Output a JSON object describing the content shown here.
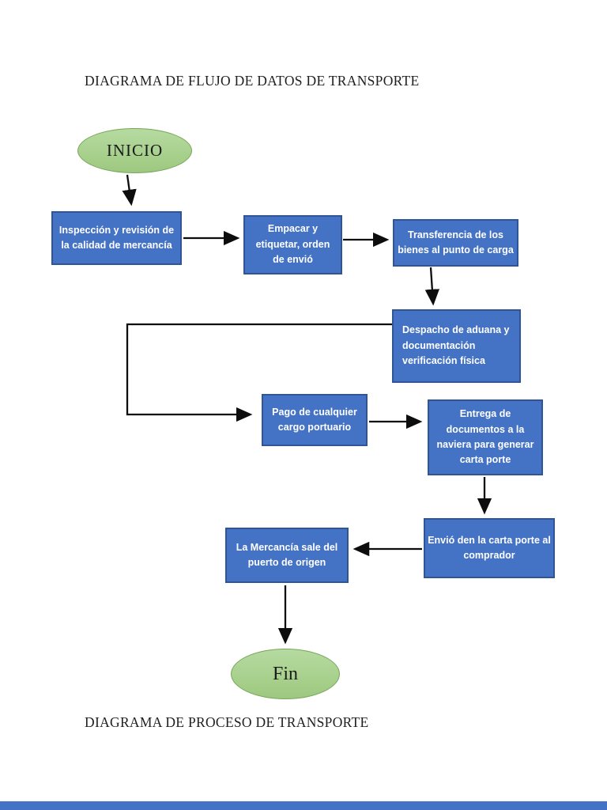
{
  "titles": {
    "flow_title": "DIAGRAMA DE FLUJO DE DATOS DE TRANSPORTE",
    "process_title": "DIAGRAMA DE PROCESO DE TRANSPORTE"
  },
  "flowchart": {
    "start_label": "INICIO",
    "end_label": "Fin",
    "steps": [
      {
        "id": "inspeccion",
        "text": "Inspección y revisión de\nla calidad de mercancía"
      },
      {
        "id": "empacar",
        "text": "Empacar y\netiquetar, orden\nde envió"
      },
      {
        "id": "transferencia",
        "text": "Transferencia de los\nbienes al punto de carga"
      },
      {
        "id": "despacho",
        "text": "Despacho de aduana y\ndocumentación\nverificación física"
      },
      {
        "id": "pago",
        "text": "Pago de cualquier\ncargo portuario"
      },
      {
        "id": "entrega",
        "text": "Entrega de\ndocumentos a la\nnaviera para generar\ncarta porte"
      },
      {
        "id": "envio",
        "text": "Envió den la carta porte al\ncomprador"
      },
      {
        "id": "mercancia",
        "text": "La Mercancía sale del\npuerto de origen"
      }
    ]
  },
  "colors": {
    "process_box_fill": "#4472c4",
    "process_box_border": "#2f5597",
    "terminator_fill": "#a9d18e",
    "terminator_border": "#76a757",
    "arrow": "#0d0d0d",
    "bottom_bar": "#4472c4",
    "background": "#ffffff"
  }
}
